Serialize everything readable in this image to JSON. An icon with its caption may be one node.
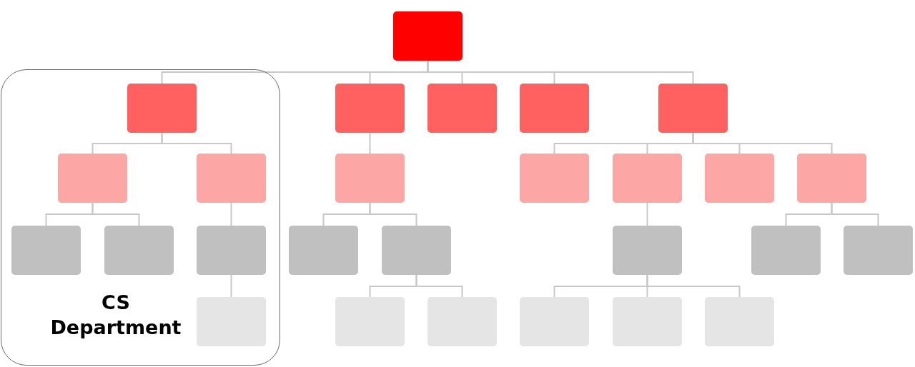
{
  "diagram": {
    "nodes": [
      {
        "text": [],
        "shape": "box"
      },
      {
        "text": [
          "CS Department"
        ]
      },
      {
        "text": [],
        "shape": "box",
        "in": 1
      },
      {
        "text": [],
        "shape": "box"
      },
      {
        "text": [],
        "shape": "box"
      },
      {
        "text": [],
        "shape": "box"
      },
      {
        "text": [],
        "shape": "box"
      },
      {
        "text": [],
        "shape": "box",
        "in": 1
      },
      {
        "text": [],
        "shape": "box",
        "in": 1
      },
      {
        "text": [],
        "shape": "box"
      },
      {
        "text": [],
        "shape": "box"
      },
      {
        "text": [],
        "shape": "box"
      },
      {
        "text": [],
        "shape": "box"
      },
      {
        "text": [],
        "shape": "box"
      },
      {
        "text": [],
        "shape": "box",
        "in": 1
      },
      {
        "text": [],
        "shape": "box",
        "in": 1
      },
      {
        "text": [],
        "shape": "box",
        "in": 1
      },
      {
        "text": [],
        "shape": "box"
      },
      {
        "text": [],
        "shape": "box"
      },
      {
        "text": [],
        "shape": "box"
      },
      {
        "text": [],
        "shape": "box"
      },
      {
        "text": [],
        "shape": "box"
      },
      {
        "text": [],
        "shape": "box",
        "in": 1
      },
      {
        "text": [],
        "shape": "box"
      },
      {
        "text": [],
        "shape": "box"
      },
      {
        "text": [],
        "shape": "box"
      },
      {
        "text": [],
        "shape": "box"
      },
      {
        "text": [],
        "shape": "box"
      }
    ],
    "edges": [
      {
        "from": 0,
        "to": 2,
        "arrow": "none"
      },
      {
        "from": 0,
        "to": 3,
        "arrow": "none"
      },
      {
        "from": 0,
        "to": 4,
        "arrow": "none"
      },
      {
        "from": 0,
        "to": 5,
        "arrow": "none"
      },
      {
        "from": 0,
        "to": 6,
        "arrow": "none"
      },
      {
        "from": 2,
        "to": 7,
        "arrow": "none"
      },
      {
        "from": 2,
        "to": 8,
        "arrow": "none"
      },
      {
        "from": 3,
        "to": 9,
        "arrow": "none"
      },
      {
        "from": 6,
        "to": 10,
        "arrow": "none"
      },
      {
        "from": 6,
        "to": 11,
        "arrow": "none"
      },
      {
        "from": 6,
        "to": 12,
        "arrow": "none"
      },
      {
        "from": 6,
        "to": 13,
        "arrow": "none"
      },
      {
        "from": 7,
        "to": 14,
        "arrow": "none"
      },
      {
        "from": 7,
        "to": 15,
        "arrow": "none"
      },
      {
        "from": 8,
        "to": 16,
        "arrow": "none"
      },
      {
        "from": 9,
        "to": 17,
        "arrow": "none"
      },
      {
        "from": 9,
        "to": 18,
        "arrow": "none"
      },
      {
        "from": 11,
        "to": 19,
        "arrow": "none"
      },
      {
        "from": 13,
        "to": 20,
        "arrow": "none"
      },
      {
        "from": 13,
        "to": 21,
        "arrow": "none"
      },
      {
        "from": 16,
        "to": 22,
        "arrow": "none"
      },
      {
        "from": 18,
        "to": 23,
        "arrow": "none"
      },
      {
        "from": 18,
        "to": 24,
        "arrow": "none"
      },
      {
        "from": 19,
        "to": 25,
        "arrow": "none"
      },
      {
        "from": 19,
        "to": 26,
        "arrow": "none"
      },
      {
        "from": 19,
        "to": 27,
        "arrow": "none"
      }
    ]
  }
}
